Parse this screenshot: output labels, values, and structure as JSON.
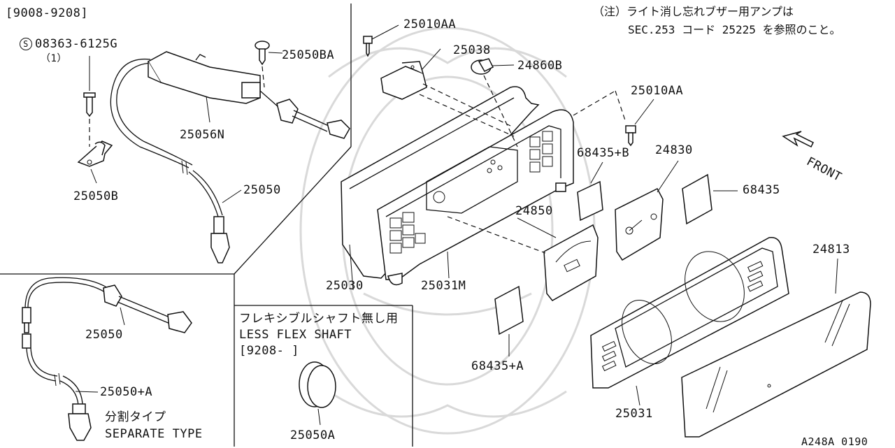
{
  "diagram": {
    "date_range_top": "[9008-9208]",
    "date_range_flex": "[9208-     ]",
    "note_jp_line1": "（注）ライト消し忘れブザー用アンプは",
    "note_jp_line2": "SEC.253 コード 25225 を参照のこと。",
    "front_label": "FRONT",
    "flex_box_title_jp": "フレキシブルシャフト無し用",
    "flex_box_title_en": "LESS FLEX SHAFT",
    "separate_type_jp": "分割タイプ",
    "separate_type_en": "SEPARATE TYPE",
    "figure_code": "A248A 0190",
    "screw_symbol": "S",
    "screw_part": "08363-6125G",
    "screw_qty": "（1）",
    "parts": {
      "p25010AA_top": "25010AA",
      "p25038": "25038",
      "p24860B": "24860B",
      "p25010AA_right": "25010AA",
      "p68435B": "68435+B",
      "p24830": "24830",
      "p68435": "68435",
      "p25050BA": "25050BA",
      "p25056N": "25056N",
      "p25050B": "25050B",
      "p25050_upper": "25050",
      "p24850": "24850",
      "p24813": "24813",
      "p25030": "25030",
      "p25031M": "25031M",
      "p25050_lower": "25050",
      "p25050A_sep": "25050+A",
      "p68435A": "68435+A",
      "p25050A": "25050A",
      "p25031": "25031"
    }
  }
}
